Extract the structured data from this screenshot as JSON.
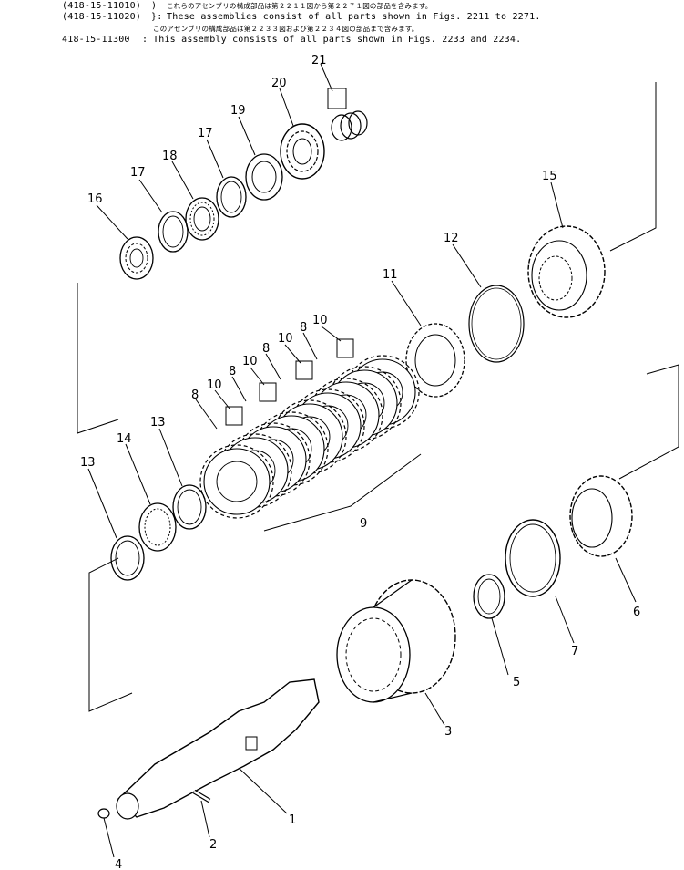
{
  "header": {
    "line1_code": "(418-15-11010)",
    "line1_jp": "これらのアセンブリの構成部品は第２２１１図から第２２７１図の部品を含みます。",
    "line2_code": "(418-15-11020)",
    "line2_en": "These assemblies consist of all parts shown in Figs. 2211 to 2271.",
    "line3_jp": "このアセンブリの構成部品は第２２３３図および第２２３４図の部品まで含みます。",
    "line4_code": "418-15-11300",
    "line4_en": "This assembly consists of all parts shown in Figs. 2233 and 2234."
  },
  "callouts": {
    "c1": "1",
    "c2": "2",
    "c3": "3",
    "c4": "4",
    "c5": "5",
    "c6": "6",
    "c7": "7",
    "c8a": "8",
    "c8b": "8",
    "c8c": "8",
    "c8d": "8",
    "c9": "9",
    "c10a": "10",
    "c10b": "10",
    "c10c": "10",
    "c10d": "10",
    "c11": "11",
    "c12": "12",
    "c13a": "13",
    "c13b": "13",
    "c14": "14",
    "c15": "15",
    "c16": "16",
    "c17a": "17",
    "c17b": "17",
    "c18": "18",
    "c19": "19",
    "c20": "20",
    "c21": "21"
  }
}
